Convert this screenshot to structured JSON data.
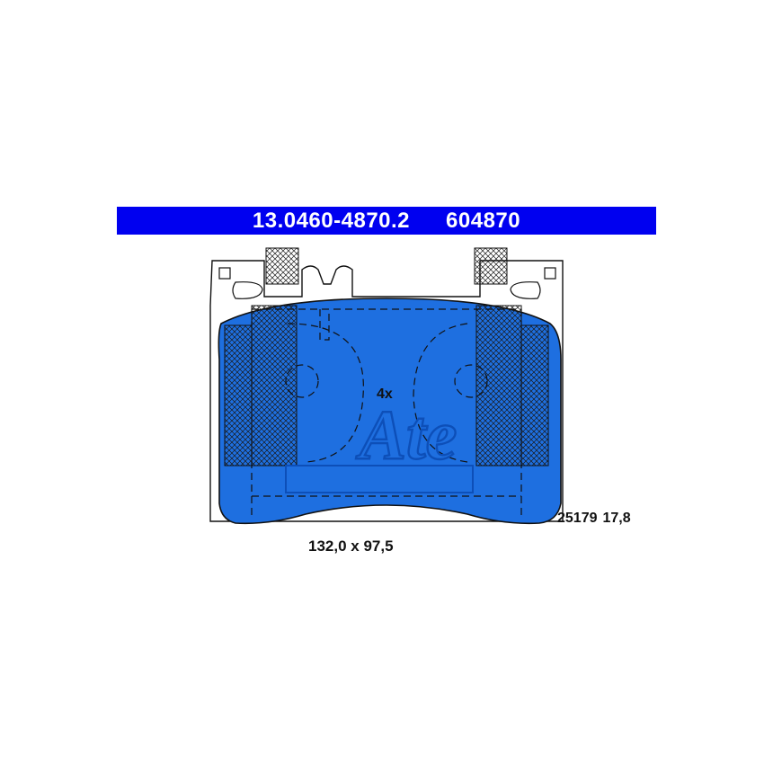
{
  "header": {
    "part_number": "13.0460-4870.2",
    "reference_number": "604870",
    "background_color": "#0000f0",
    "text_color": "#ffffff"
  },
  "drawing": {
    "pad_color": "#1e6fe0",
    "outline_color": "#111111",
    "quantity_label": "4x",
    "dimensions_label": "132,0 x 97,5",
    "wva_number": "25179",
    "thickness": "17,8",
    "brand_watermark": "Ate"
  }
}
